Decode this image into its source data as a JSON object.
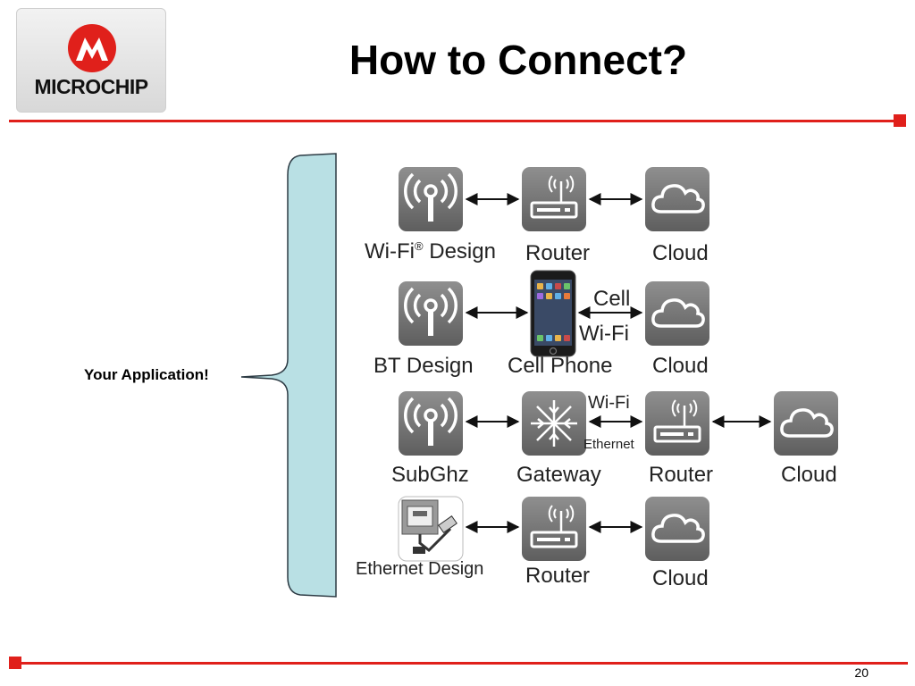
{
  "header": {
    "title": "How to Connect?",
    "logo_text": "MICROCHIP"
  },
  "accent_color": "#e0201b",
  "app_label": "Your Application!",
  "rows": [
    {
      "nodes": [
        {
          "label": "Wi-Fi",
          "label_sup": "®",
          "label_rest": " Design",
          "icon": "wireless-icon"
        },
        {
          "label": "Router",
          "icon": "router-icon"
        },
        {
          "label": "Cloud",
          "icon": "cloud-icon"
        }
      ]
    },
    {
      "nodes": [
        {
          "label": "BT Design",
          "icon": "wireless-icon"
        },
        {
          "label": "Cell Phone",
          "icon": "phone-icon"
        },
        {
          "label": "Cloud",
          "icon": "cloud-icon"
        }
      ],
      "link_labels": [
        "Cell",
        "Wi-Fi"
      ]
    },
    {
      "nodes": [
        {
          "label": "SubGhz",
          "icon": "wireless-icon"
        },
        {
          "label": "Gateway",
          "icon": "gateway-icon"
        },
        {
          "label": "Router",
          "icon": "router-icon"
        },
        {
          "label": "Cloud",
          "icon": "cloud-icon"
        }
      ],
      "link_labels": [
        "Wi-Fi",
        "Ethernet"
      ]
    },
    {
      "nodes": [
        {
          "label": "Ethernet Design",
          "icon": "ethernet-icon"
        },
        {
          "label": "Router",
          "icon": "router-icon"
        },
        {
          "label": "Cloud",
          "icon": "cloud-icon"
        }
      ]
    }
  ],
  "footer": {
    "page_number": "20"
  }
}
